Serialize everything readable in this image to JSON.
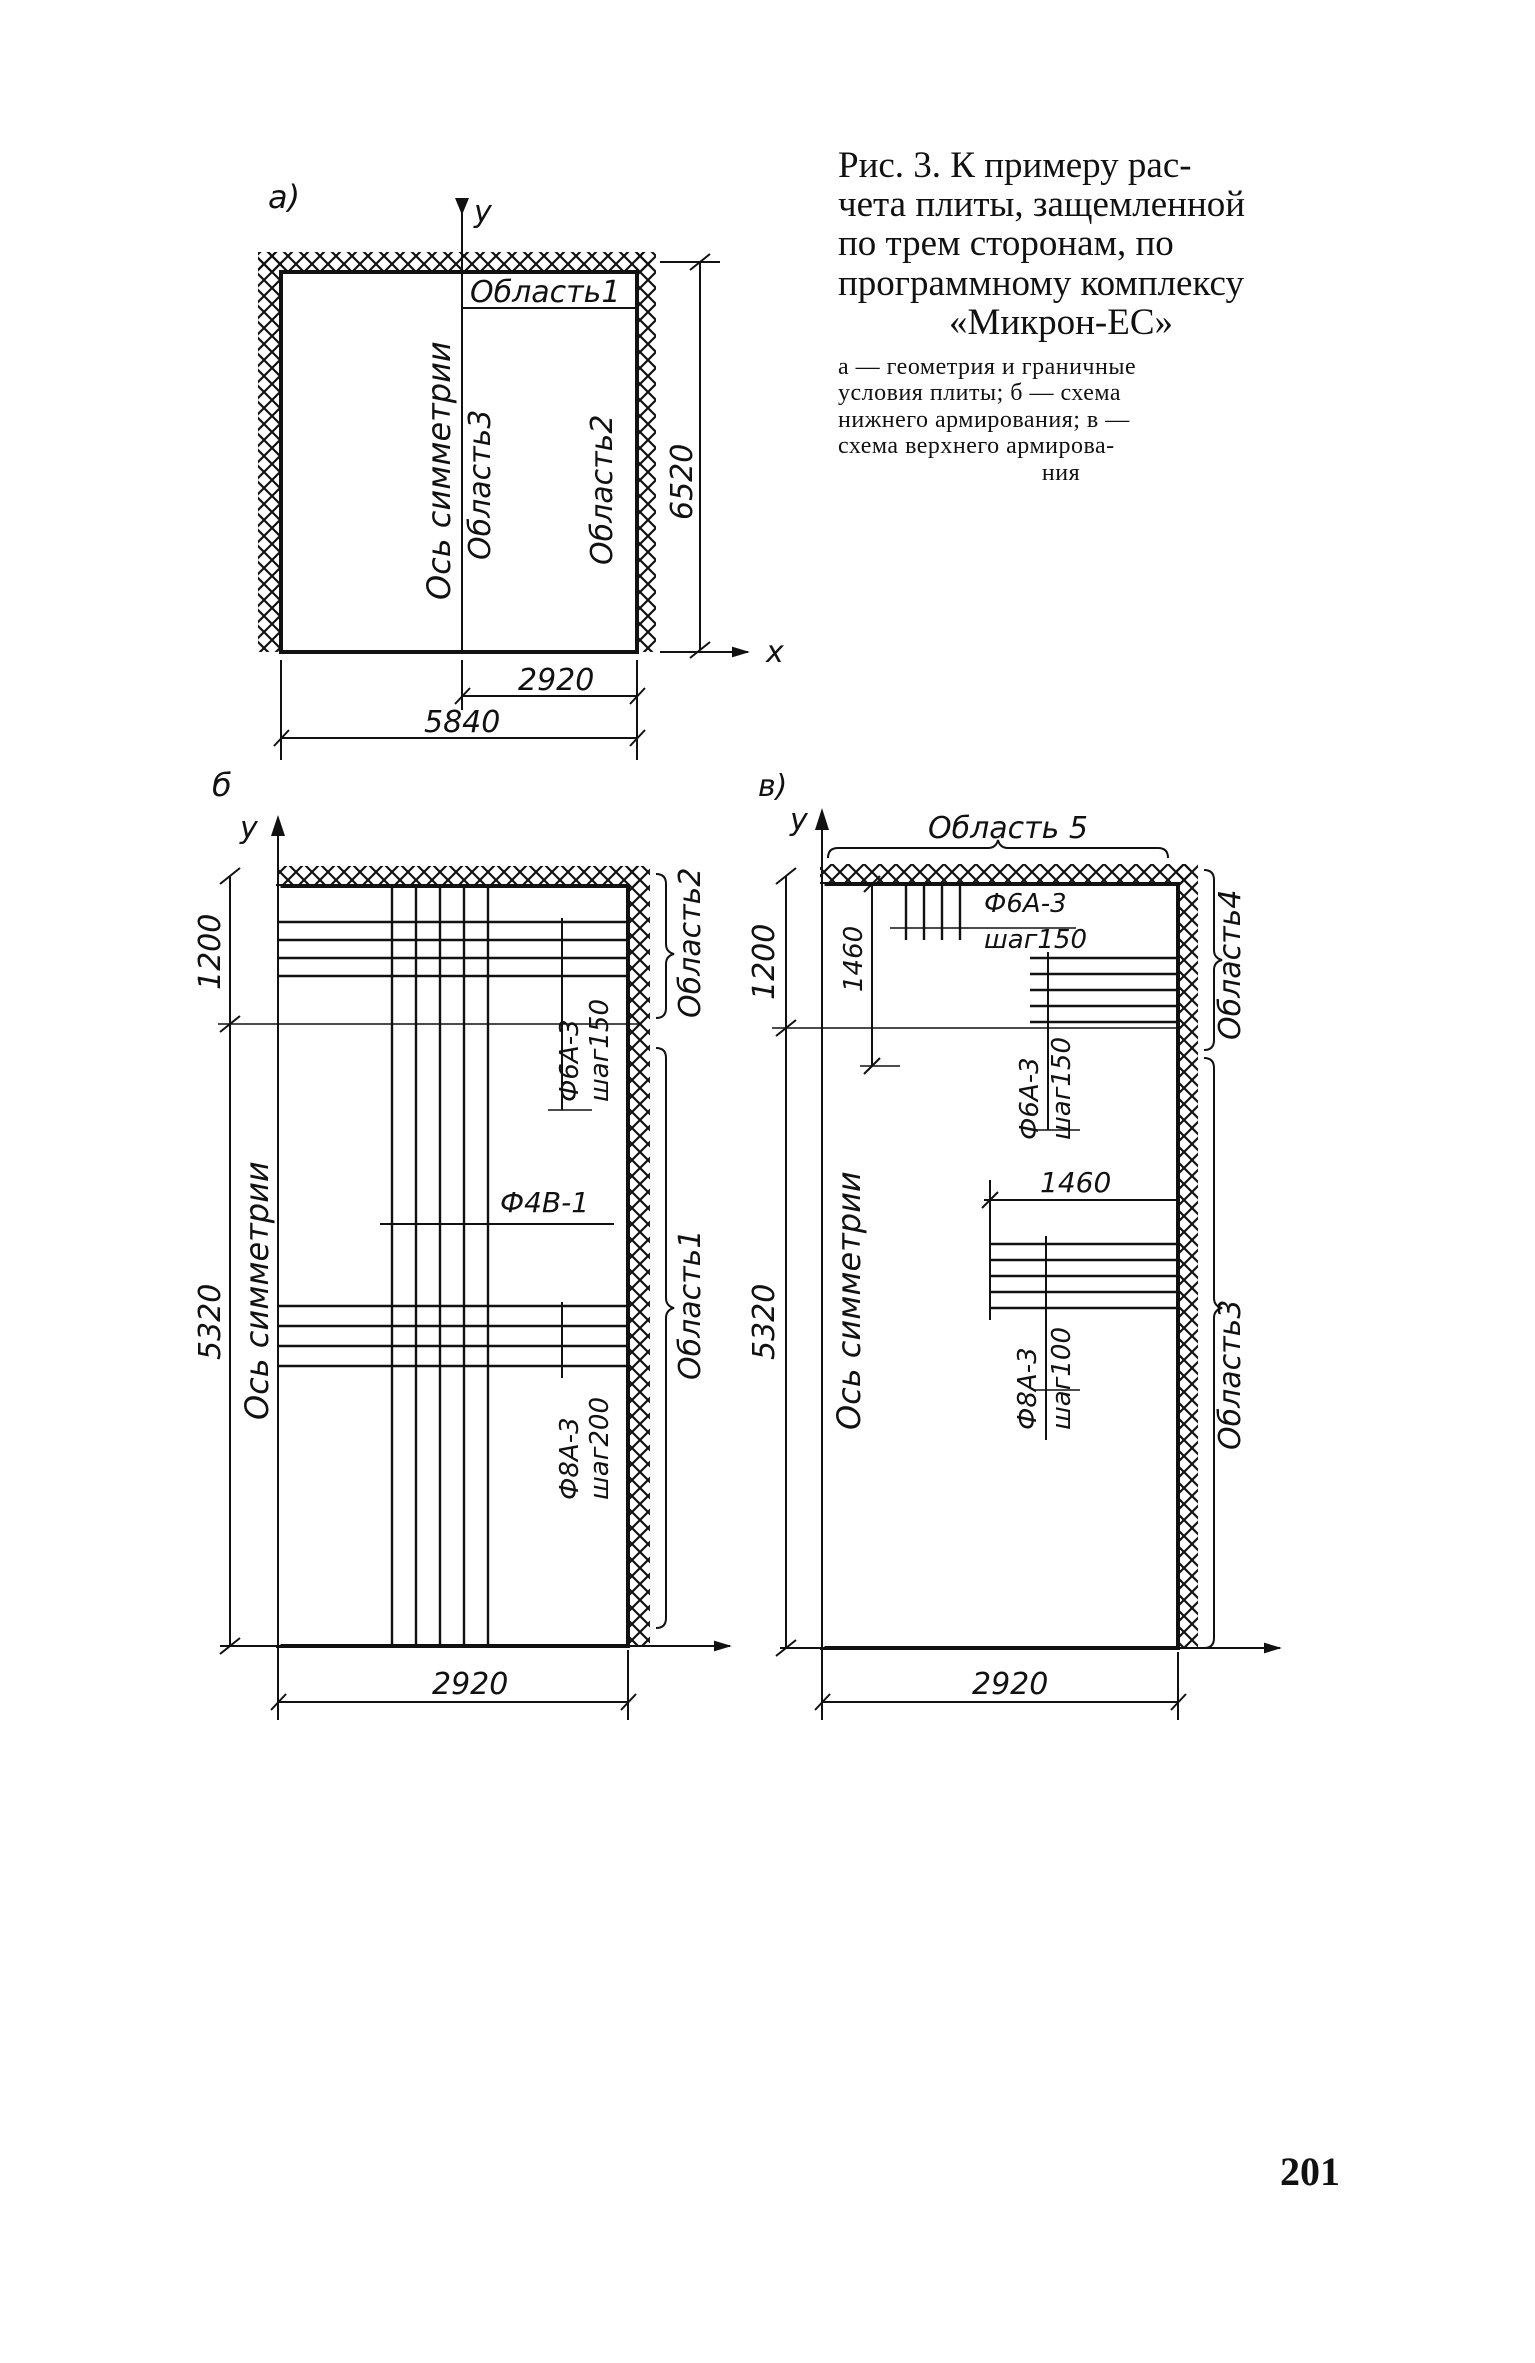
{
  "caption": {
    "title_line1": "Рис. 3. К примеру рас-",
    "title_line2": "чета плиты, защемленной",
    "title_line3": "по трем сторонам, по",
    "title_line4": "программному комплексу",
    "title_line5": "«Микрон-ЕС»",
    "legend_line1": "а — геометрия и граничные",
    "legend_line2": "условия плиты; б — схема",
    "legend_line3": "нижнего армирования; в —",
    "legend_line4": "схема верхнего армирова-",
    "legend_line5": "ния"
  },
  "figure_a": {
    "panel_label": "а)",
    "axis_y": "y",
    "axis_x": "x",
    "region1": "Область1",
    "region2": "Область2",
    "region3": "Область3",
    "symmetry_axis": "Ось симметрии",
    "dim_height": "6520",
    "dim_half_width": "2920",
    "dim_width": "5840"
  },
  "figure_b": {
    "panel_label": "б",
    "axis_y": "y",
    "dim_top": "1200",
    "dim_bottom": "5320",
    "dim_width": "2920",
    "rebar_top_line1": "Ф6А-3",
    "rebar_top_line2": "шаг150",
    "rebar_vertical": "Ф4В-1",
    "rebar_bottom_line1": "Ф8А-3",
    "rebar_bottom_line2": "шаг200",
    "region1": "Область1",
    "region2": "Область2",
    "symmetry_axis": "Ось симметрии"
  },
  "figure_v": {
    "panel_label": "в)",
    "axis_y": "y",
    "region5": "Область 5",
    "region4": "Область4",
    "region3": "Область3",
    "dim_top": "1200",
    "dim_top_inner": "1460",
    "dim_bottom": "5320",
    "dim_width": "2920",
    "dim_middle": "1460",
    "rebar_top_line1": "Ф6А-3",
    "rebar_top_line2": "шаг150",
    "rebar_side_line1": "Ф6А-3",
    "rebar_side_line2": "шаг150",
    "rebar_bottom_line1": "Ф8А-3",
    "rebar_bottom_line2": "шаг100",
    "symmetry_axis": "Ось симметрии"
  },
  "page_number": "201"
}
